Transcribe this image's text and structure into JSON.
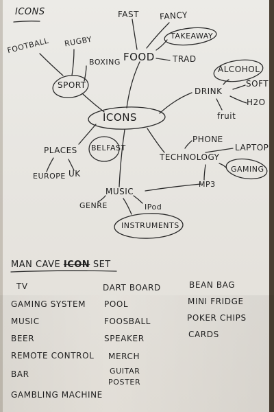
{
  "sheet": {
    "header": "Icons",
    "mindmap": {
      "center": "Icons",
      "sport": {
        "label": "Sport",
        "children": [
          "Football",
          "Rugby",
          "Boxing"
        ]
      },
      "food": {
        "label": "Food",
        "children": [
          "Fast",
          "Fancy",
          "Takeaway",
          "Trad"
        ]
      },
      "drink": {
        "label": "Drink",
        "children": [
          "Alcohol",
          "Soft",
          "H2O",
          "fruit"
        ]
      },
      "technology": {
        "label": "Technology",
        "children": [
          "Phone",
          "Laptop",
          "Gaming",
          "MP3"
        ]
      },
      "places": {
        "label": "Places",
        "children": [
          "Belfast",
          "Europe",
          "UK"
        ]
      },
      "music": {
        "label": "Music",
        "children": [
          "Genre",
          "IPod",
          "Instruments"
        ]
      }
    },
    "set_title": {
      "part1": "Man Cave",
      "part2": "Icon",
      "part3": "Set"
    },
    "columns": [
      [
        "TV",
        "Gaming System",
        "Music",
        "Beer",
        "Remote Control",
        "Bar",
        "Gambling Machine"
      ],
      [
        "Dart Board",
        "Pool",
        "Foosball",
        "Speaker",
        "Merch",
        "Guitar",
        "Poster"
      ],
      [
        "Bean Bag",
        "Mini Fridge",
        "Poker Chips",
        "Cards"
      ]
    ]
  }
}
